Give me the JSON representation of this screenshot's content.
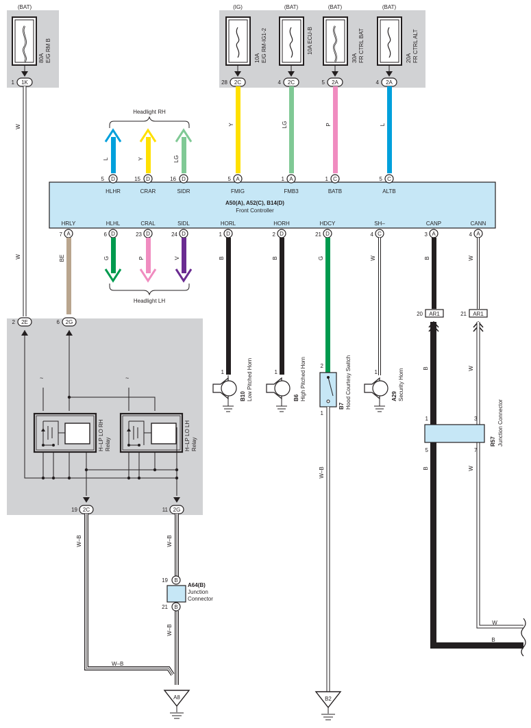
{
  "fuses": [
    {
      "supply": "(BAT)",
      "rating": "80A",
      "name": "E/G RM B",
      "pin": "1",
      "conn": "1K"
    },
    {
      "supply": "(IG)",
      "rating": "10A",
      "name": "E/G RM-IG1-2",
      "pin": "28",
      "conn": "2C"
    },
    {
      "supply": "(BAT)",
      "rating": "10A",
      "name": "ECU-B",
      "pin": "4",
      "conn": "2C"
    },
    {
      "supply": "(BAT)",
      "rating": "30A",
      "name": "FR CTRL BAT",
      "pin": "5",
      "conn": "2A"
    },
    {
      "supply": "(BAT)",
      "rating": "20A",
      "name": "FR CTRL ALT",
      "pin": "4",
      "conn": "2A"
    }
  ],
  "controller": {
    "id": "A50(A), A52(C), B14(D)",
    "name": "Front Controller",
    "top_pins": [
      {
        "pin": "5",
        "conn": "D",
        "label": "HLHR",
        "wire": "L"
      },
      {
        "pin": "15",
        "conn": "D",
        "label": "CRAR",
        "wire": "Y"
      },
      {
        "pin": "16",
        "conn": "D",
        "label": "SIDR",
        "wire": "LG"
      },
      {
        "pin": "5",
        "conn": "A",
        "label": "FMIG",
        "wire": "Y"
      },
      {
        "pin": "1",
        "conn": "A",
        "label": "FMB3",
        "wire": "LG"
      },
      {
        "pin": "1",
        "conn": "C",
        "label": "BATB",
        "wire": "P"
      },
      {
        "pin": "5",
        "conn": "C",
        "label": "ALTB",
        "wire": "L"
      }
    ],
    "bottom_pins": [
      {
        "pin": "7",
        "conn": "A",
        "label": "HRLY",
        "wire": "BE"
      },
      {
        "pin": "6",
        "conn": "D",
        "label": "HLHL",
        "wire": "G"
      },
      {
        "pin": "23",
        "conn": "D",
        "label": "CRAL",
        "wire": "P"
      },
      {
        "pin": "24",
        "conn": "D",
        "label": "SIDL",
        "wire": "V"
      },
      {
        "pin": "1",
        "conn": "D",
        "label": "HORL",
        "wire": "B"
      },
      {
        "pin": "2",
        "conn": "D",
        "label": "HORH",
        "wire": "B"
      },
      {
        "pin": "21",
        "conn": "D",
        "label": "HDCY",
        "wire": "G"
      },
      {
        "pin": "4",
        "conn": "C",
        "label": "SH–",
        "wire": "W"
      },
      {
        "pin": "3",
        "conn": "A",
        "label": "CANP",
        "wire": "B"
      },
      {
        "pin": "4",
        "conn": "A",
        "label": "CANN",
        "wire": "W"
      }
    ]
  },
  "labels": {
    "headlight_rh": "Headlight RH",
    "headlight_lh": "Headlight LH",
    "wire_w": "W",
    "wire_b": "B",
    "wire_wb": "W–B"
  },
  "relay_block": {
    "pin_2e": "2",
    "conn_2e": "2E",
    "pin_2g": "6",
    "conn_2g": "2G",
    "relay_rh_name": "H–LP LO RH",
    "relay_rh_sub": "Relay",
    "relay_lh_name": "H–LP LO LH",
    "relay_lh_sub": "Relay",
    "out1_pin": "19",
    "out1_conn": "2C",
    "out2_pin": "11",
    "out2_conn": "2G"
  },
  "horns": [
    {
      "id": "B10",
      "name": "Low Pitched Horn",
      "pin": "1"
    },
    {
      "id": "B6",
      "name": "High Pitched Horn",
      "pin": "1"
    },
    {
      "id": "A29",
      "name": "Security Horn",
      "pin": "1"
    }
  ],
  "hood_switch": {
    "id": "B7",
    "name": "Hood Courtesy Switch",
    "pin_top": "2",
    "pin_bottom": "1"
  },
  "ar1": [
    {
      "pin": "20",
      "conn": "AR1"
    },
    {
      "pin": "21",
      "conn": "AR1"
    }
  ],
  "r57": {
    "id": "R57",
    "name": "Junction Connector",
    "pin1": "1",
    "pin3": "3",
    "pin5": "5",
    "pin7": "7"
  },
  "a64": {
    "id": "A64(B)",
    "name1": "Junction",
    "name2": "Connector",
    "pin_top": "19",
    "pin_bottom": "21",
    "conn": "B"
  },
  "grounds": [
    {
      "label": "A8"
    },
    {
      "label": "B2"
    }
  ],
  "colors": {
    "L": "#00a0dc",
    "Y": "#ffe000",
    "LG": "#80c995",
    "P": "#f08cc0",
    "G": "#009a4e",
    "V": "#6a2c91",
    "BE": "#b9a58e",
    "B": "#231f20",
    "controller_fill": "#c6e7f6",
    "shade": "#d1d2d4"
  }
}
